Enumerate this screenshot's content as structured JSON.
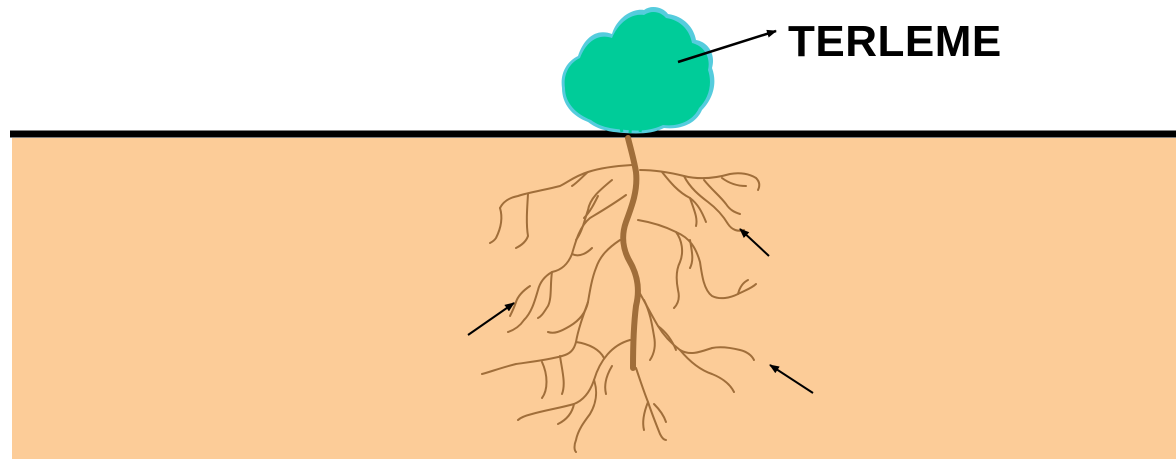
{
  "diagram": {
    "label": "TERLEME",
    "colors": {
      "soil": "#fccc98",
      "ground_line": "#000000",
      "canopy": "#00cc99",
      "canopy_edge": "#55ccdd",
      "root": "#a06e3a",
      "arrow": "#000000",
      "background": "#ffffff"
    },
    "icons": [
      "plant-canopy",
      "taproot",
      "lateral-roots",
      "arrow"
    ]
  }
}
